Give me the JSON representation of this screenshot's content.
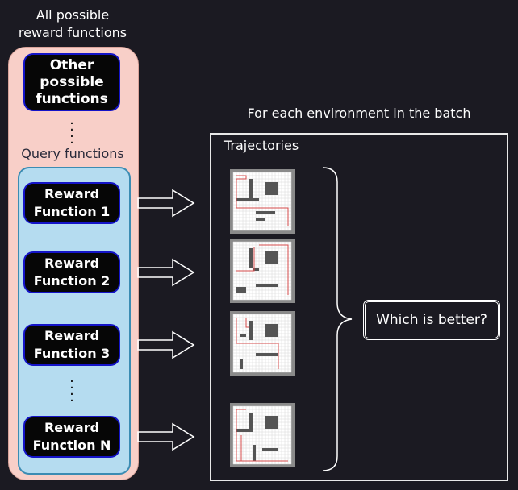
{
  "left_panel": {
    "title": "All possible\nreward functions",
    "other_box": "Other\npossible\nfunctions",
    "query_label": "Query functions",
    "reward_functions": [
      {
        "label": "Reward\nFunction 1"
      },
      {
        "label": "Reward\nFunction 2"
      },
      {
        "label": "Reward\nFunction 3"
      },
      {
        "label": "Reward\nFunction N"
      }
    ]
  },
  "environment": {
    "heading": "For each environment in the batch",
    "trajectories_label": "Trajectories",
    "question": "Which is better?"
  },
  "colors": {
    "background": "#1b1a22",
    "outer_panel": "#f8cfc8",
    "inner_panel": "#b5dcf0",
    "function_box": "#060606",
    "function_border": "#1414c8",
    "trajectory_path": "#d44a4a"
  }
}
